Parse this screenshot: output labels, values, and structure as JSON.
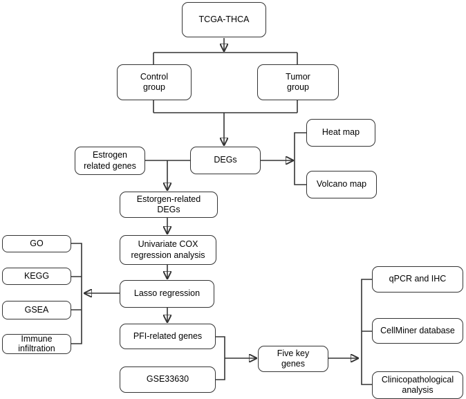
{
  "figure": {
    "type": "flowchart",
    "background": "#ffffff",
    "box_fill": "#ffffff",
    "box_border_color": "#333333",
    "line_color": "#333333",
    "text_color": "#000000"
  },
  "nodes": {
    "tcga_thca": {
      "label": "TCGA-THCA"
    },
    "control_group": {
      "label": "Control\ngroup"
    },
    "tumor_group": {
      "label": "Tumor\ngroup"
    },
    "estrogen_related_genes": {
      "label": "Estrogen\nrelated genes"
    },
    "degs": {
      "label": "DEGs"
    },
    "heat_map": {
      "label": "Heat map"
    },
    "volcano_map": {
      "label": "Volcano map"
    },
    "estorgen_related_degs": {
      "label": "Estorgen-related\nDEGs"
    },
    "univariate_cox": {
      "label": "Univariate COX\nregression analysis"
    },
    "lasso_regression": {
      "label": "Lasso regression"
    },
    "go": {
      "label": "GO"
    },
    "kegg": {
      "label": "KEGG"
    },
    "gsea": {
      "label": "GSEA"
    },
    "immune_infiltration": {
      "label": "Immune\ninfiltration"
    },
    "pfi_related_genes": {
      "label": "PFI-related genes"
    },
    "gse33630": {
      "label": "GSE33630"
    },
    "five_key_genes": {
      "label": "Five key\ngenes"
    },
    "qpcr_and_ihc": {
      "label": "qPCR and IHC"
    },
    "cellminer_database": {
      "label": "CellMiner database"
    },
    "clinicopathological_analysis": {
      "label": "Clinicopathological\nanalysis"
    }
  },
  "edges": [
    {
      "from": "tcga_thca",
      "to": "control_group"
    },
    {
      "from": "tcga_thca",
      "to": "tumor_group"
    },
    {
      "from": "control_group",
      "to": "degs"
    },
    {
      "from": "tumor_group",
      "to": "degs"
    },
    {
      "from": "estrogen_related_genes",
      "to": "estorgen_related_degs"
    },
    {
      "from": "degs",
      "to": "estorgen_related_degs"
    },
    {
      "from": "degs",
      "to": "heat_map"
    },
    {
      "from": "degs",
      "to": "volcano_map"
    },
    {
      "from": "estorgen_related_degs",
      "to": "univariate_cox"
    },
    {
      "from": "univariate_cox",
      "to": "lasso_regression"
    },
    {
      "from": "lasso_regression",
      "to": "go"
    },
    {
      "from": "lasso_regression",
      "to": "kegg"
    },
    {
      "from": "lasso_regression",
      "to": "gsea"
    },
    {
      "from": "lasso_regression",
      "to": "immune_infiltration"
    },
    {
      "from": "lasso_regression",
      "to": "pfi_related_genes"
    },
    {
      "from": "pfi_related_genes",
      "to": "five_key_genes"
    },
    {
      "from": "gse33630",
      "to": "five_key_genes"
    },
    {
      "from": "five_key_genes",
      "to": "qpcr_and_ihc"
    },
    {
      "from": "five_key_genes",
      "to": "cellminer_database"
    },
    {
      "from": "five_key_genes",
      "to": "clinicopathological_analysis"
    }
  ]
}
